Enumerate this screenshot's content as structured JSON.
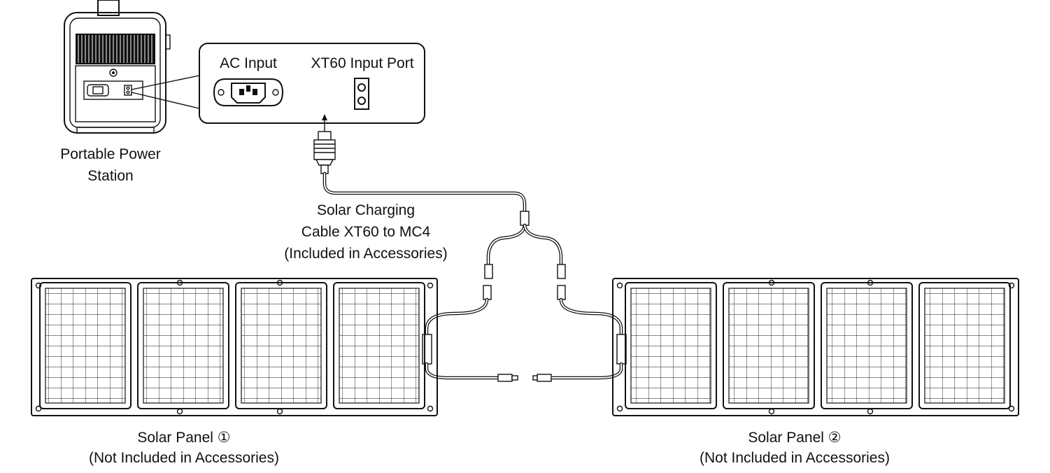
{
  "labels": {
    "power_station_line1": "Portable Power",
    "power_station_line2": "Station",
    "ac_input": "AC Input",
    "xt60_input_port": "XT60 Input Port",
    "cable_line1": "Solar Charging",
    "cable_line2": "Cable XT60 to MC4",
    "cable_line3": "(Included in Accessories)",
    "panel1_line1": "Solar Panel ①",
    "panel1_line2": "(Not Included in Accessories)",
    "panel2_line1": "Solar Panel ②",
    "panel2_line2": "(Not Included in Accessories)"
  }
}
